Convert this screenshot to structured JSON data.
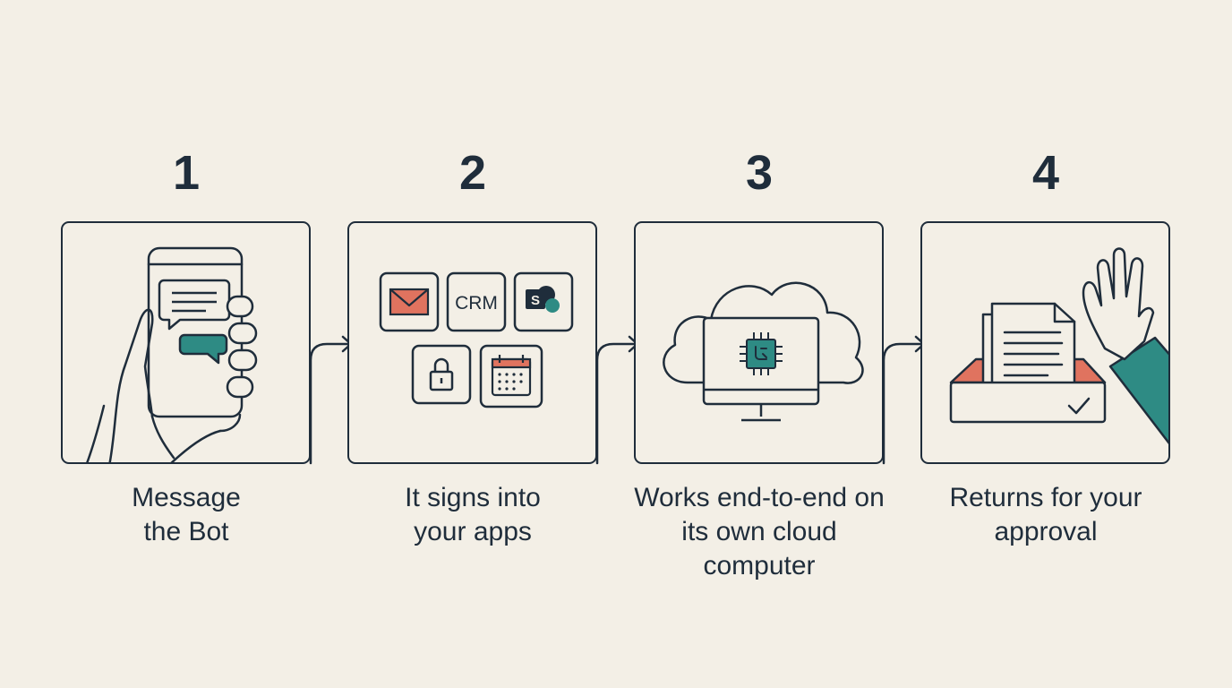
{
  "colors": {
    "background": "#f3efe6",
    "ink": "#1f2d3b",
    "teal": "#2e8b84",
    "coral": "#e0735f"
  },
  "steps": [
    {
      "number": "1",
      "caption": "Message the Bot",
      "icons": [
        "phone-icon",
        "hand-icon",
        "chat-bubble-icon"
      ]
    },
    {
      "number": "2",
      "caption": "It signs into your apps",
      "icons": [
        "mail-icon",
        "crm-icon",
        "sharepoint-icon",
        "lock-icon",
        "calendar-icon"
      ],
      "crm_label": "CRM",
      "sharepoint_letter": "S"
    },
    {
      "number": "3",
      "caption": "Works end-to-end on its own cloud computer",
      "icons": [
        "cloud-icon",
        "monitor-icon",
        "chip-icon"
      ]
    },
    {
      "number": "4",
      "caption": "Returns for your approval",
      "icons": [
        "inbox-tray-icon",
        "document-icon",
        "checkmark-icon",
        "raised-hand-icon"
      ]
    }
  ]
}
